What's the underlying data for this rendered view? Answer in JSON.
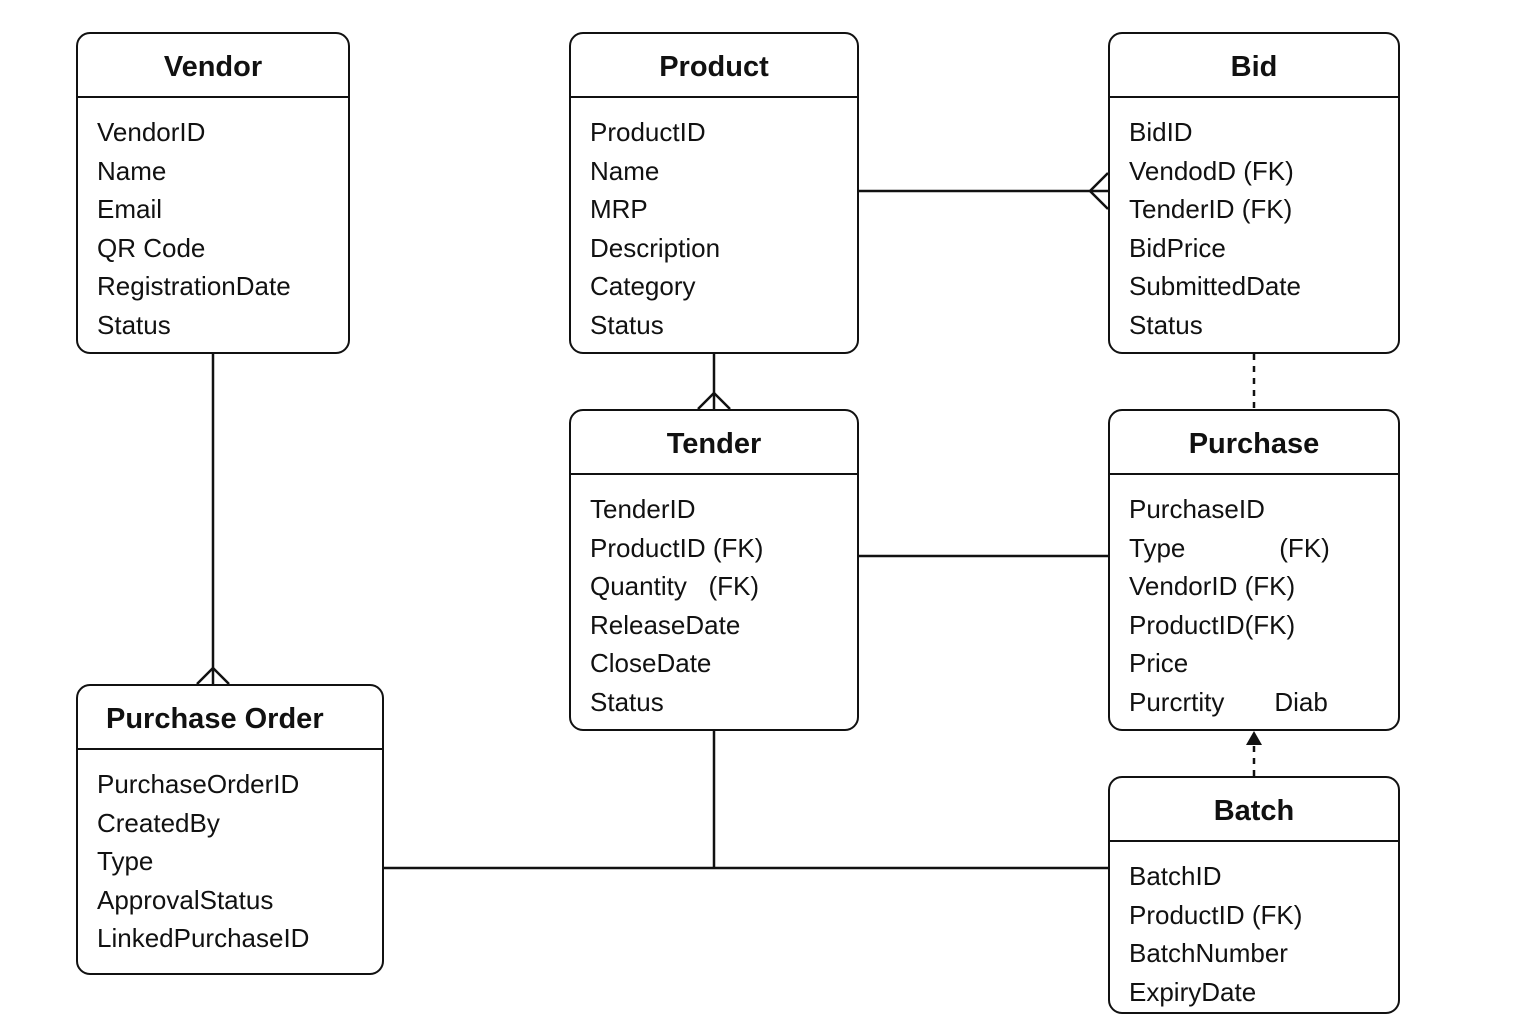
{
  "entities": {
    "vendor": {
      "title": "Vendor",
      "attributes": [
        "VendorID",
        "Name",
        "Email",
        "QR Code",
        "RegistrationDate",
        "Status"
      ]
    },
    "product": {
      "title": "Product",
      "attributes": [
        "ProductID",
        "Name",
        "MRP",
        "Description",
        "Category",
        "Status"
      ]
    },
    "bid": {
      "title": "Bid",
      "attributes": [
        "BidID",
        "VendodD (FK)",
        "TenderID (FK)",
        "BidPrice",
        "SubmittedDate",
        "Status"
      ]
    },
    "tender": {
      "title": "Tender",
      "attributes": [
        "TenderID",
        "ProductID (FK)",
        "Quantity   (FK)",
        "ReleaseDate",
        "CloseDate",
        "Status"
      ]
    },
    "purchase": {
      "title": "Purchase",
      "attributes": [
        "PurchaseID",
        "Type             (FK)",
        "VendorID (FK)",
        "ProductID(FK)",
        "Price",
        "Purcrtity"
      ],
      "last_attribute_note": "Diab"
    },
    "purchase_order": {
      "title": "Purchase Order",
      "attributes": [
        "PurchaseOrderID",
        "CreatedBy",
        "Type",
        "ApprovalStatus",
        "LinkedPurchaseID"
      ]
    },
    "batch": {
      "title": "Batch",
      "attributes": [
        "BatchID",
        "ProductID (FK)",
        "BatchNumber",
        "ExpiryDate"
      ]
    }
  },
  "relationships": [
    {
      "from": "Vendor",
      "to": "Purchase Order",
      "style": "solid",
      "end": "crow-foot"
    },
    {
      "from": "Product",
      "to": "Bid",
      "style": "solid",
      "end": "crow-foot"
    },
    {
      "from": "Product",
      "to": "Tender",
      "style": "solid",
      "end": "crow-foot"
    },
    {
      "from": "Bid",
      "to": "Purchase",
      "style": "dashed",
      "end": "none"
    },
    {
      "from": "Tender",
      "to": "Purchase",
      "style": "solid",
      "end": "none"
    },
    {
      "from": "Batch",
      "to": "Purchase",
      "style": "dashed",
      "end": "arrow"
    },
    {
      "from": "Purchase Order",
      "to": "Batch",
      "style": "solid",
      "end": "none"
    },
    {
      "from": "Tender",
      "to": "Purchase Order",
      "style": "solid",
      "end": "none"
    }
  ]
}
